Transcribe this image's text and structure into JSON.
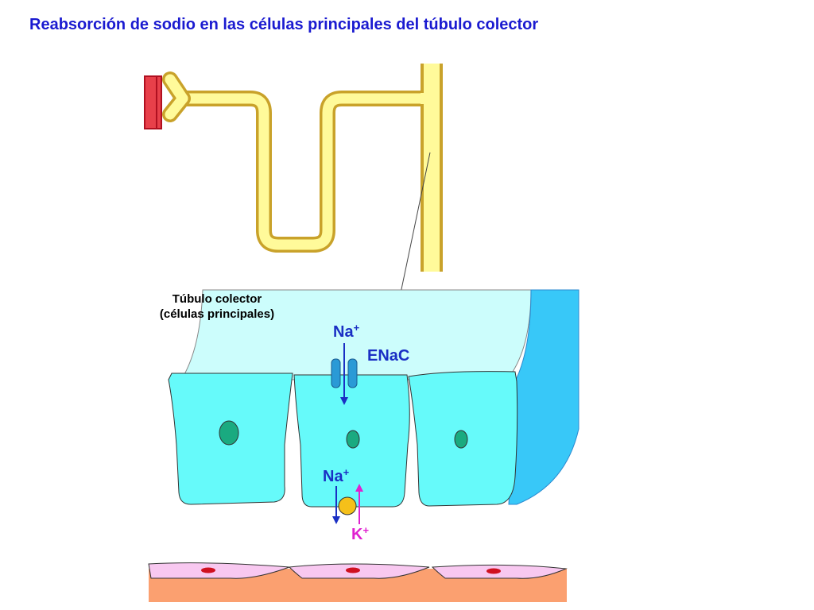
{
  "title": "Reabsorción de sodio en las células principales del túbulo colector",
  "labels": {
    "tubule_line1": "Túbulo colector",
    "tubule_line2": "(células principales)",
    "na_lumen_base": "Na",
    "na_lumen_sup": "+",
    "enac": "ENaC",
    "na_basal_base": "Na",
    "na_basal_sup": "+",
    "k_base": "K",
    "k_sup": "+"
  },
  "colors": {
    "title": "#1a1ad0",
    "tubule_fill": "#fffa9a",
    "tubule_stroke": "#c9a22a",
    "vessel": "#e8404a",
    "lumen": "#ccfdfc",
    "cell": "#66fafa",
    "wall": "#38c8f8",
    "nucleus": "#1aaa80",
    "channel": "#2a9ad6",
    "na_arrow": "#1a2fc4",
    "k_arrow": "#e020d0",
    "pump": "#f5c01a",
    "interstitium": "#fba070",
    "endothelium": "#f8c8f0",
    "endo_nucleus": "#d01020"
  }
}
